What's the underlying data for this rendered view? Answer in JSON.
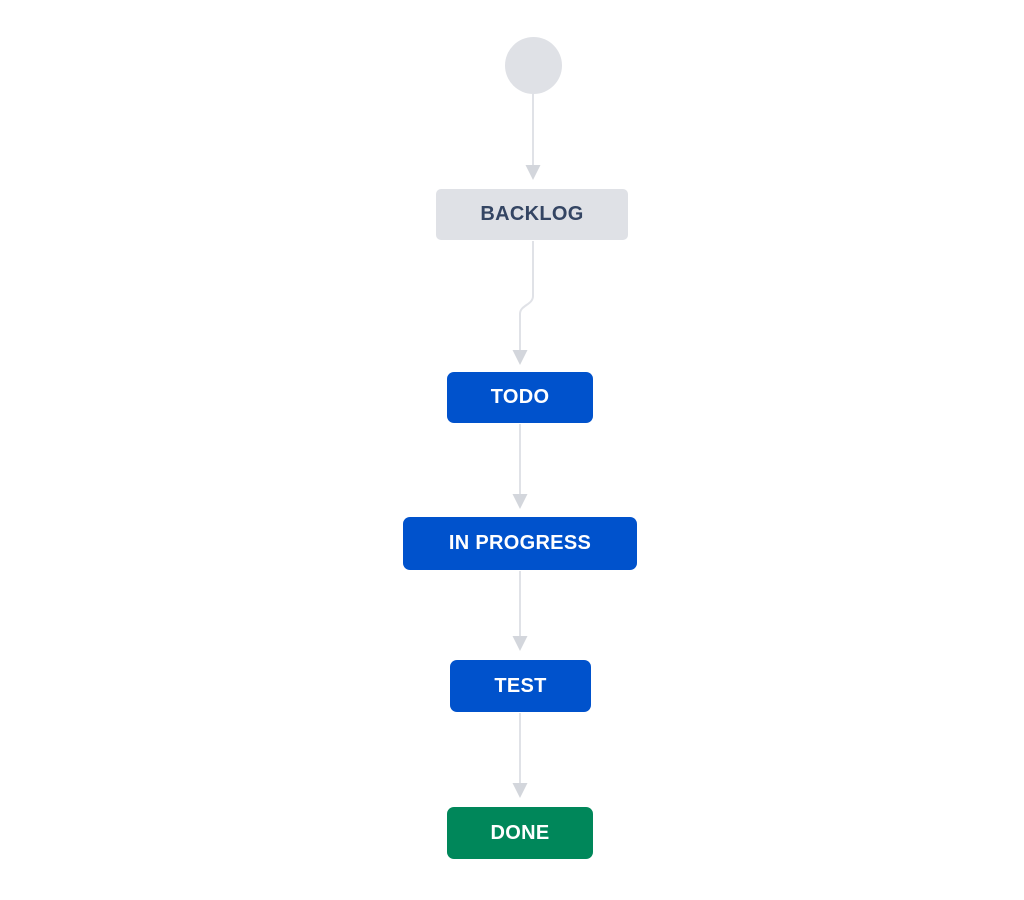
{
  "diagram": {
    "kind": "workflow",
    "start_node": {
      "name": "start",
      "fill": "#dfe1e6"
    },
    "nodes": [
      {
        "id": "backlog",
        "label": "BACKLOG",
        "bg": "#dfe1e6",
        "text_color": "#344563"
      },
      {
        "id": "todo",
        "label": "TODO",
        "bg": "#0052cc",
        "text_color": "#ffffff"
      },
      {
        "id": "in-progress",
        "label": "IN PROGRESS",
        "bg": "#0052cc",
        "text_color": "#ffffff"
      },
      {
        "id": "test",
        "label": "TEST",
        "bg": "#0052cc",
        "text_color": "#ffffff"
      },
      {
        "id": "done",
        "label": "DONE",
        "bg": "#00875a",
        "text_color": "#ffffff"
      }
    ],
    "transitions": [
      {
        "from": "start",
        "to": "backlog"
      },
      {
        "from": "backlog",
        "to": "todo"
      },
      {
        "from": "todo",
        "to": "in-progress"
      },
      {
        "from": "in-progress",
        "to": "test"
      },
      {
        "from": "test",
        "to": "done"
      }
    ],
    "colors": {
      "background": "#ffffff",
      "connector_line": "#e0e2e7",
      "arrowhead": "#d3d6dc"
    }
  }
}
